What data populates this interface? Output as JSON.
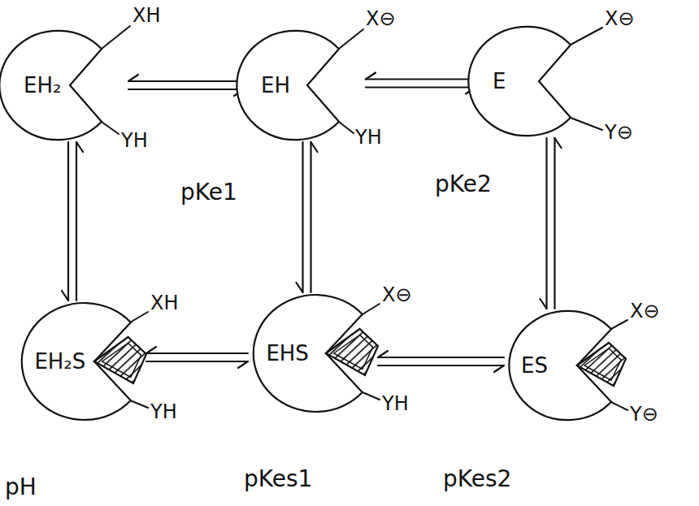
{
  "diagram": {
    "nodes": [
      {
        "text": [
          "EH₂"
        ]
      },
      {
        "text": [
          "EH"
        ]
      },
      {
        "text": [
          "E"
        ]
      },
      {
        "text": [
          "EH₂S"
        ]
      },
      {
        "text": [
          "EHS"
        ]
      },
      {
        "text": [
          "ES"
        ]
      }
    ],
    "edges": [
      {
        "from": 0,
        "to": 1,
        "arrow": "both"
      },
      {
        "from": 1,
        "to": 2,
        "arrow": "both"
      },
      {
        "from": 0,
        "to": 3,
        "arrow": "both"
      },
      {
        "from": 1,
        "to": 4,
        "arrow": "both"
      },
      {
        "from": 2,
        "to": 5,
        "arrow": "both"
      },
      {
        "from": 3,
        "to": 4,
        "arrow": "both"
      },
      {
        "from": 4,
        "to": 5,
        "arrow": "both"
      }
    ],
    "labels": [
      "XH",
      "YH",
      "X⊖",
      "YH",
      "X⊖",
      "Y⊖",
      "pKe1",
      "pKe2",
      "XH",
      "YH",
      "X⊖",
      "YH",
      "X⊖",
      "Y⊖",
      "pH",
      "pKes1",
      "pKes2"
    ]
  }
}
